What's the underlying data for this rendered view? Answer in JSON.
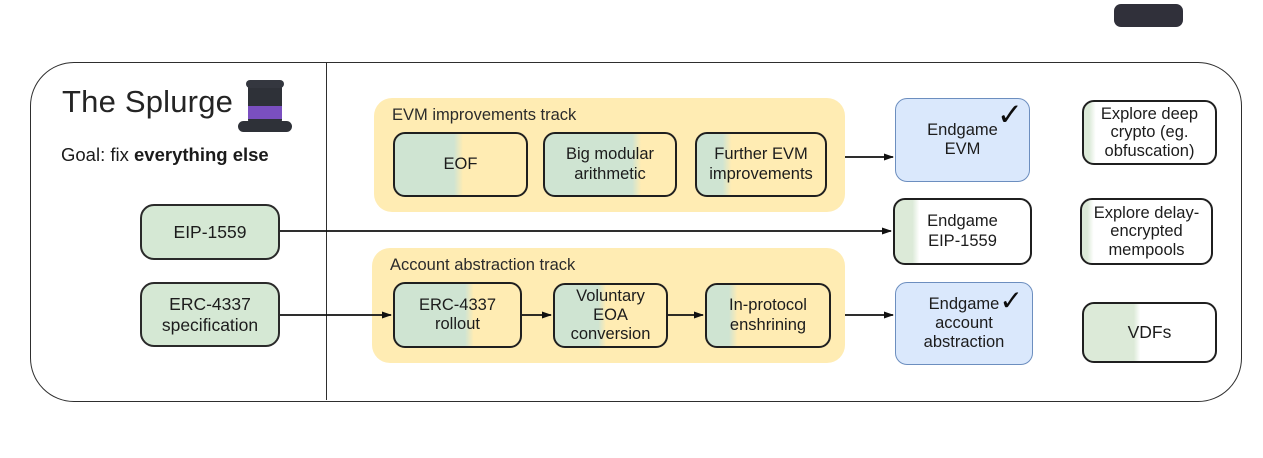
{
  "header": {
    "title": "The Splurge",
    "goal_prefix": "Goal: fix",
    "goal_emphasis": "everything else"
  },
  "glyphs": {
    "check": "✓"
  },
  "colors": {
    "track_bg": "#ffecb3",
    "node_green": "#d5e8d4",
    "endgame_blue_bg": "#dae8fc",
    "endgame_blue_border": "#6c8ebf",
    "line_dark": "#1a1a1a",
    "hat_purple": "#7a4fc0",
    "fragment_dark": "#30303a"
  },
  "sources": [
    {
      "lines": [
        "EIP-1559"
      ]
    },
    {
      "lines": [
        "ERC-4337",
        "specification"
      ]
    }
  ],
  "tracks": [
    {
      "title": "EVM improvements track",
      "nodes": [
        {
          "lines": [
            "EOF"
          ],
          "progress": 52
        },
        {
          "lines": [
            "Big modular",
            "arithmetic"
          ],
          "progress": 74
        },
        {
          "lines": [
            "Further EVM",
            "improvements"
          ],
          "progress": 27
        }
      ]
    },
    {
      "title": "Account abstraction track",
      "nodes": [
        {
          "lines": [
            "ERC-4337",
            "rollout"
          ],
          "progress": 63
        },
        {
          "lines": [
            "Voluntary",
            "EOA",
            "conversion"
          ],
          "progress": 46
        },
        {
          "lines": [
            "In-protocol",
            "enshrining"
          ],
          "progress": 25
        }
      ]
    }
  ],
  "endgames": [
    {
      "lines": [
        "Endgame",
        "EVM"
      ],
      "checked": true
    },
    {
      "lines": [
        "Endgame",
        "EIP-1559"
      ],
      "checked": false,
      "progress": 18
    },
    {
      "lines": [
        "Endgame",
        "account",
        "abstraction"
      ],
      "checked": true
    }
  ],
  "explore": [
    {
      "lines": [
        "Explore deep",
        "crypto (eg.",
        "obfuscation)"
      ],
      "progress": 9
    },
    {
      "lines": [
        "Explore delay-",
        "encrypted",
        "mempools"
      ],
      "progress": 9
    },
    {
      "lines": [
        "VDFs"
      ],
      "progress": 43
    }
  ]
}
